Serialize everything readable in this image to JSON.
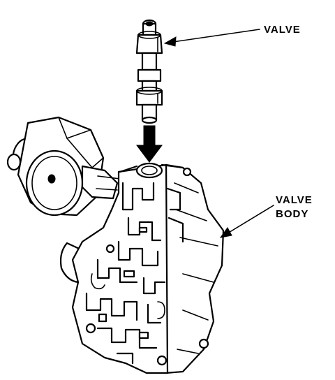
{
  "labels": {
    "valve": "VALVE",
    "valve_body_line1": "VALVE",
    "valve_body_line2": "BODY"
  },
  "colors": {
    "ink": "#000000",
    "paper": "#ffffff"
  },
  "icons": {
    "insertion_arrow": "down-arrow-icon",
    "leader_arrow": "leader-arrowhead-icon"
  }
}
